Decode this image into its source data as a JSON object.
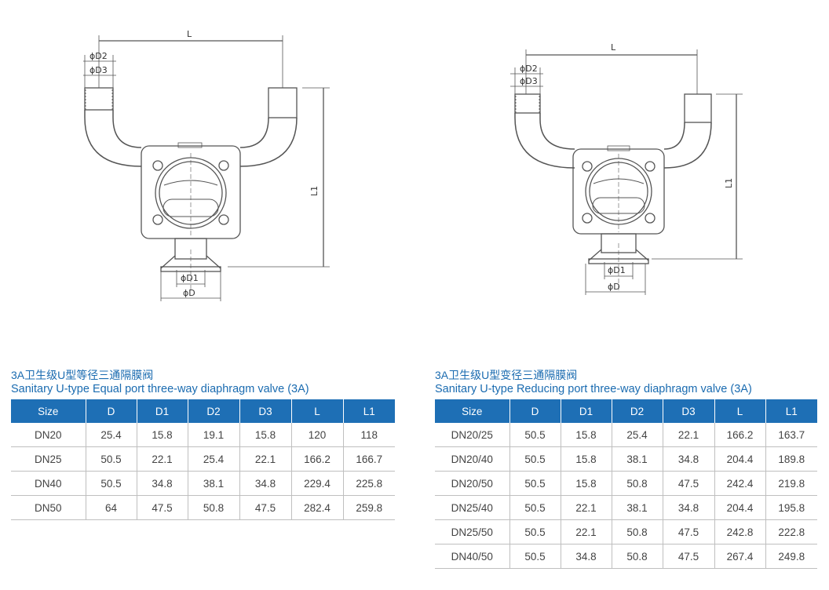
{
  "drawings": {
    "equal": {
      "L": "L",
      "L1": "L1",
      "D2": "ϕD2",
      "D3": "ϕD3",
      "D1": "ϕD1",
      "D": "ϕD"
    },
    "reducing": {
      "L": "L",
      "L1": "L1",
      "D2": "ϕD2",
      "D3": "ϕD3",
      "D1": "ϕD1",
      "D": "ϕD"
    }
  },
  "tables": {
    "equal": {
      "title_cn": "3A卫生级U型等径三通隔膜阀",
      "title_en": "Sanitary U-type Equal port three-way diaphragm valve (3A)",
      "headers": [
        "Size",
        "D",
        "D1",
        "D2",
        "D3",
        "L",
        "L1"
      ],
      "rows": [
        [
          "DN20",
          "25.4",
          "15.8",
          "19.1",
          "15.8",
          "120",
          "118"
        ],
        [
          "DN25",
          "50.5",
          "22.1",
          "25.4",
          "22.1",
          "166.2",
          "166.7"
        ],
        [
          "DN40",
          "50.5",
          "34.8",
          "38.1",
          "34.8",
          "229.4",
          "225.8"
        ],
        [
          "DN50",
          "64",
          "47.5",
          "50.8",
          "47.5",
          "282.4",
          "259.8"
        ]
      ]
    },
    "reducing": {
      "title_cn": "3A卫生级U型变径三通隔膜阀",
      "title_en": "Sanitary U-type Reducing port three-way diaphragm valve (3A)",
      "headers": [
        "Size",
        "D",
        "D1",
        "D2",
        "D3",
        "L",
        "L1"
      ],
      "rows": [
        [
          "DN20/25",
          "50.5",
          "15.8",
          "25.4",
          "22.1",
          "166.2",
          "163.7"
        ],
        [
          "DN20/40",
          "50.5",
          "15.8",
          "38.1",
          "34.8",
          "204.4",
          "189.8"
        ],
        [
          "DN20/50",
          "50.5",
          "15.8",
          "50.8",
          "47.5",
          "242.4",
          "219.8"
        ],
        [
          "DN25/40",
          "50.5",
          "22.1",
          "38.1",
          "34.8",
          "204.4",
          "195.8"
        ],
        [
          "DN25/50",
          "50.5",
          "22.1",
          "50.8",
          "47.5",
          "242.8",
          "222.8"
        ],
        [
          "DN40/50",
          "50.5",
          "34.8",
          "50.8",
          "47.5",
          "267.4",
          "249.8"
        ]
      ]
    }
  }
}
